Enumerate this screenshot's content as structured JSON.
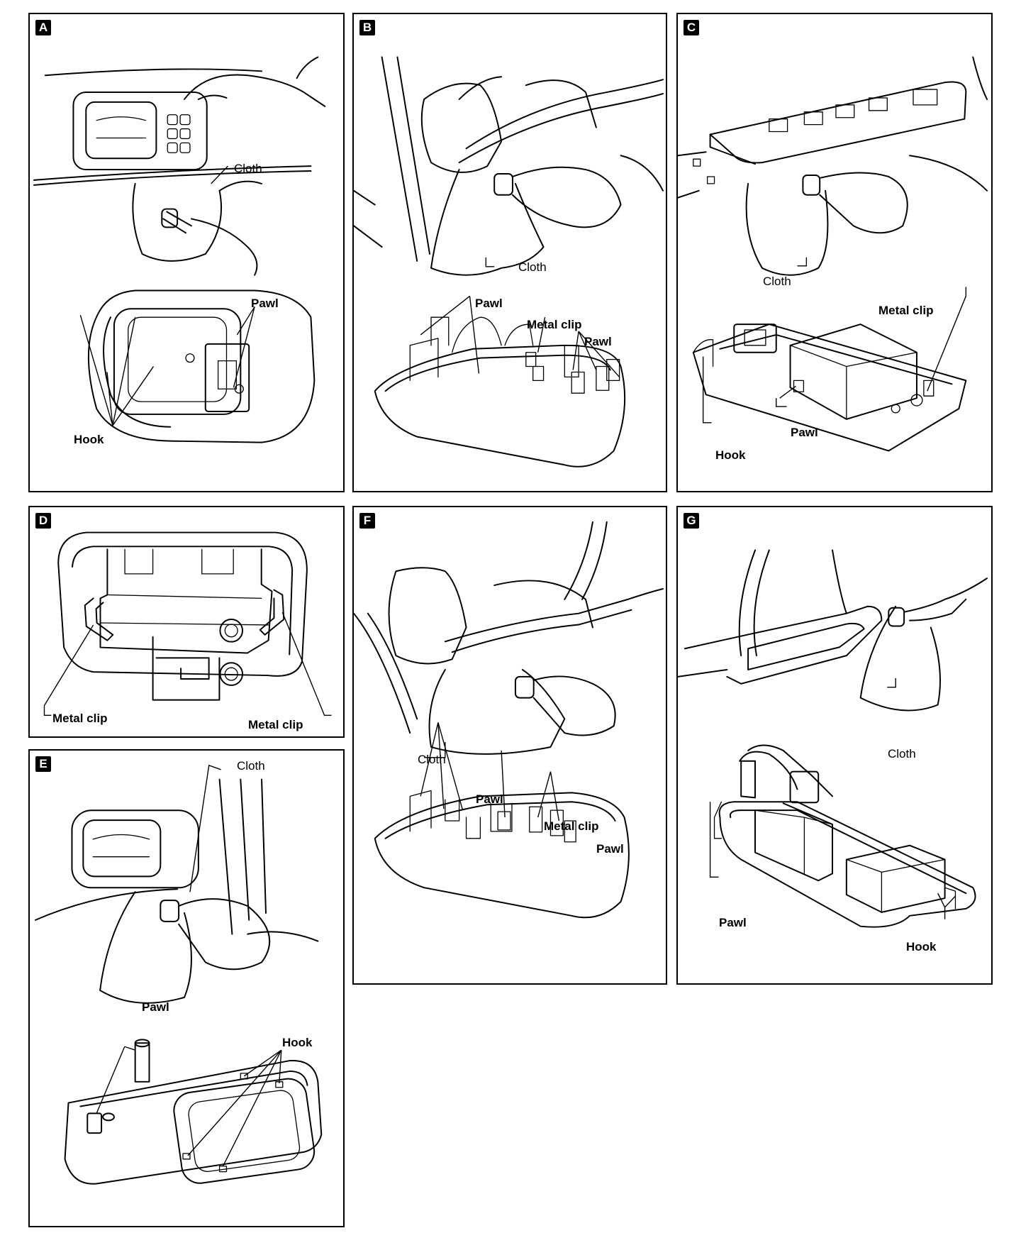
{
  "panels": [
    {
      "id": "A",
      "labels": {
        "cloth": "Cloth",
        "pawl": "Pawl",
        "hook": "Hook"
      }
    },
    {
      "id": "B",
      "labels": {
        "cloth": "Cloth",
        "pawl1": "Pawl",
        "metal_clip": "Metal clip",
        "pawl2": "Pawl"
      }
    },
    {
      "id": "C",
      "labels": {
        "cloth": "Cloth",
        "metal_clip": "Metal clip",
        "pawl": "Pawl",
        "hook": "Hook"
      }
    },
    {
      "id": "D",
      "labels": {
        "metal_clip_left": "Metal clip",
        "metal_clip_right": "Metal clip"
      }
    },
    {
      "id": "E",
      "labels": {
        "cloth": "Cloth",
        "pawl": "Pawl",
        "hook": "Hook"
      }
    },
    {
      "id": "F",
      "labels": {
        "cloth": "Cloth",
        "pawl1": "Pawl",
        "metal_clip": "Metal clip",
        "pawl2": "Pawl"
      }
    },
    {
      "id": "G",
      "labels": {
        "cloth": "Cloth",
        "pawl": "Pawl",
        "hook": "Hook"
      }
    }
  ]
}
